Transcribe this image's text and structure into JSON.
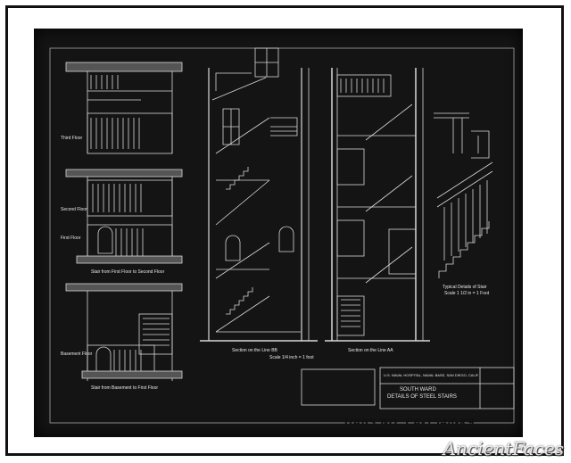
{
  "drawing": {
    "labels": {
      "third_floor": "Third Floor",
      "second_floor": "Second Floor",
      "first_floor": "First Floor",
      "basement_floor": "Basement Floor",
      "plan_first_second": "Stair from First Floor to Second Floor",
      "plan_basement_first": "Stair from Basement to First Floor",
      "section_bb": "Section on the Line BB",
      "section_aa": "Section on the Line AA",
      "scale": "Scale 1/4 inch = 1 foot",
      "typical_details": "Typical Details of Stair",
      "typical_scale": "Scale 1 1/2 in = 1 Foot"
    },
    "title_block": {
      "office": "U.S. NAVAL HOSPITAL, NAVAL BASE, SAN DIEGO, CALIF.",
      "ward": "SOUTH WARD",
      "title": "DETAILS OF STEEL STAIRS"
    },
    "habs_number": "HABS NO. CA-1548-K9"
  },
  "watermark": "AncientFaces"
}
